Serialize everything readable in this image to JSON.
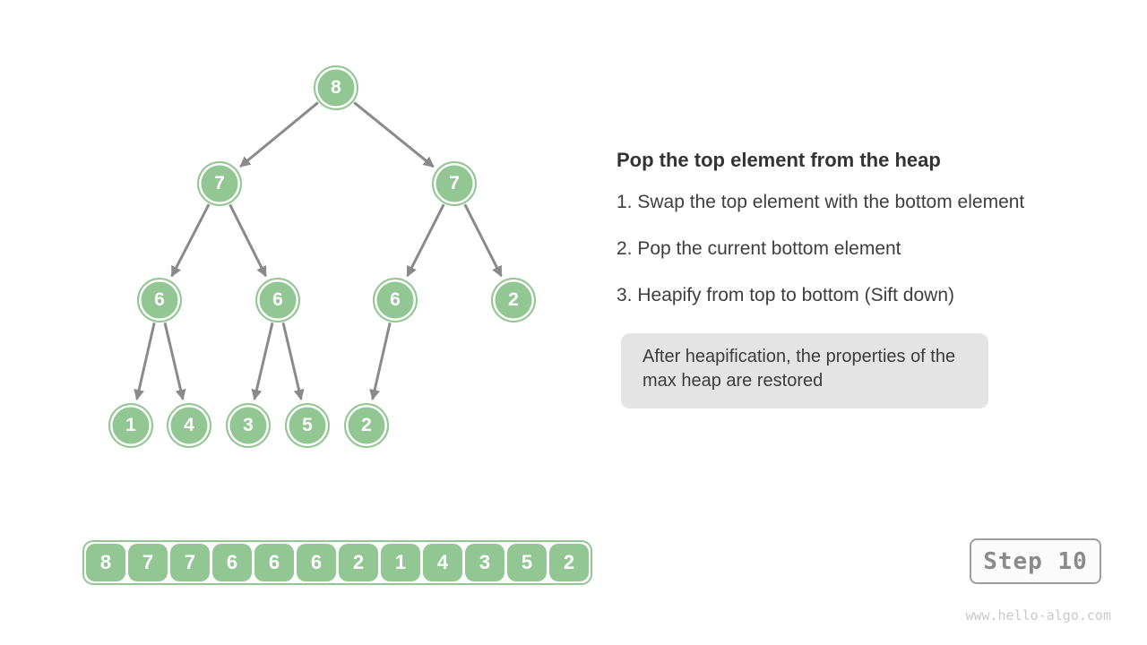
{
  "figure": {
    "title": "Pop the top element from the heap",
    "steps": [
      "1. Swap the top element with the bottom element",
      "2. Pop the current bottom element",
      "3. Heapify from top to bottom (Sift down)"
    ],
    "note": "After heapification, the properties of the max heap are restored"
  },
  "tree": {
    "node_values": [
      "8",
      "7",
      "7",
      "6",
      "6",
      "6",
      "2",
      "1",
      "4",
      "3",
      "5",
      "2"
    ],
    "edges": [
      [
        0,
        1
      ],
      [
        0,
        2
      ],
      [
        1,
        3
      ],
      [
        1,
        4
      ],
      [
        2,
        5
      ],
      [
        2,
        6
      ],
      [
        3,
        7
      ],
      [
        3,
        8
      ],
      [
        4,
        9
      ],
      [
        4,
        10
      ],
      [
        5,
        11
      ]
    ]
  },
  "array": {
    "values": [
      "8",
      "7",
      "7",
      "6",
      "6",
      "6",
      "2",
      "1",
      "4",
      "3",
      "5",
      "2"
    ]
  },
  "step_indicator": "Step 10",
  "watermark": "www.hello-algo.com",
  "colors": {
    "node_green": "#92C692",
    "arrow_gray": "#8A8A8A",
    "note_bg": "#E4E4E4",
    "heading_text": "#333333",
    "body_text": "#3E3E3E",
    "step_text": "#8A8A8A",
    "watermark_text": "#C9C9C9"
  }
}
